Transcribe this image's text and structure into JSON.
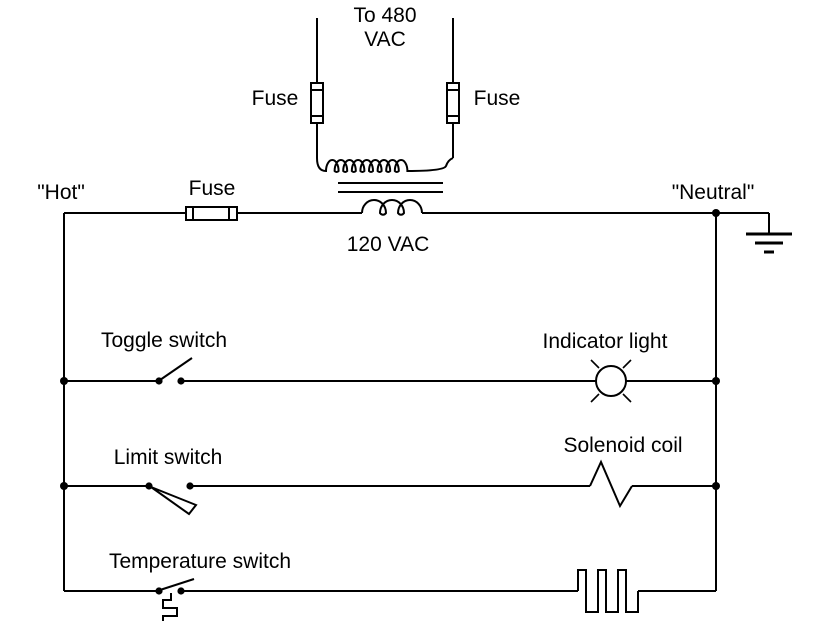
{
  "colors": {
    "line": "#000000",
    "background": "#ffffff",
    "text": "#000000"
  },
  "supply": {
    "label_line1": "To 480",
    "label_line2": "VAC",
    "fuse_left_label": "Fuse",
    "fuse_right_label": "Fuse"
  },
  "transformer": {
    "secondary_voltage_label": "120 VAC"
  },
  "rails": {
    "hot_label": "\"Hot\"",
    "neutral_label": "\"Neutral\"",
    "main_fuse_label": "Fuse"
  },
  "rungs": [
    {
      "switch_label": "Toggle switch",
      "load_label": "Indicator light"
    },
    {
      "switch_label": "Limit switch",
      "load_label": "Solenoid coil"
    },
    {
      "switch_label": "Temperature switch",
      "load_label": ""
    }
  ]
}
